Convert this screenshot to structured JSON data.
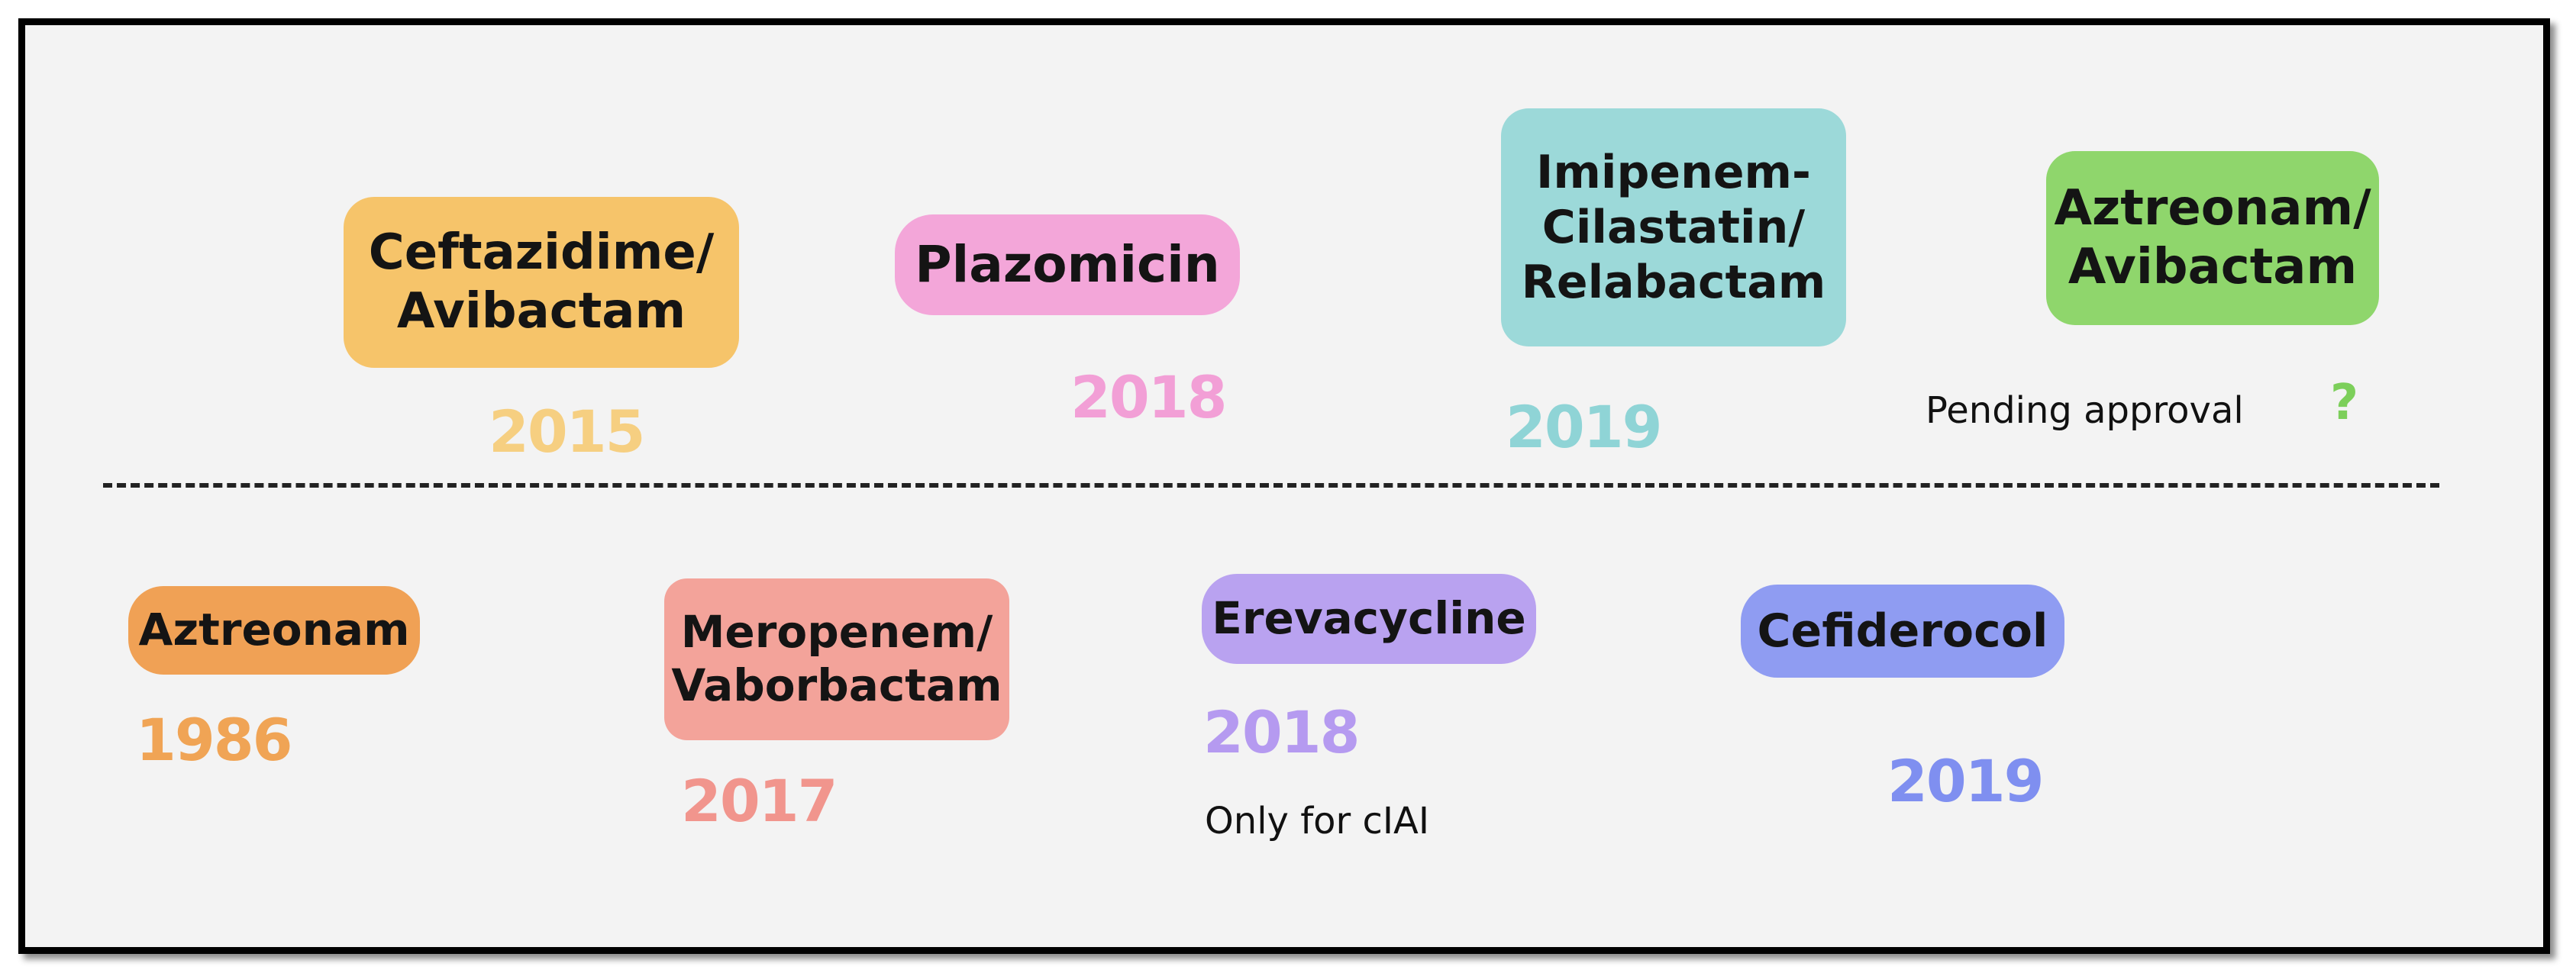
{
  "colors": {
    "ceftazidime": "#f6c46a",
    "plazomicin": "#f3a6d9",
    "imipenem": "#9cd9d9",
    "aztreonam_avibactam": "#8fd66c",
    "aztreonam": "#f0a155",
    "meropenem": "#f3a39a",
    "erevacycline": "#b9a2f0",
    "cefiderocol": "#8f9cf2",
    "year_2015": "#f6cf81",
    "year_2018_top": "#f29fd6",
    "year_2019_top": "#8fd4d6",
    "year_1986": "#f0a455",
    "year_2017": "#f1958d",
    "year_2018_bottom": "#b59af0",
    "year_2019_bottom": "#7f8ff0",
    "question_mark": "#7ccf5a"
  },
  "top_row": [
    {
      "lines": [
        "Ceftazidime/",
        "Avibactam"
      ],
      "year": "2015"
    },
    {
      "lines": [
        "Plazomicin"
      ],
      "year": "2018"
    },
    {
      "lines": [
        "Imipenem-",
        "Cilastatin/",
        "Relabactam"
      ],
      "year": "2019"
    },
    {
      "lines": [
        "Aztreonam/",
        "Avibactam"
      ],
      "note": "Pending approval",
      "mark": "?"
    }
  ],
  "bottom_row": [
    {
      "lines": [
        "Aztreonam"
      ],
      "year": "1986"
    },
    {
      "lines": [
        "Meropenem/",
        "Vaborbactam"
      ],
      "year": "2017"
    },
    {
      "lines": [
        "Erevacycline"
      ],
      "year": "2018",
      "note": "Only for cIAI"
    },
    {
      "lines": [
        "Cefiderocol"
      ],
      "year": "2019"
    }
  ]
}
